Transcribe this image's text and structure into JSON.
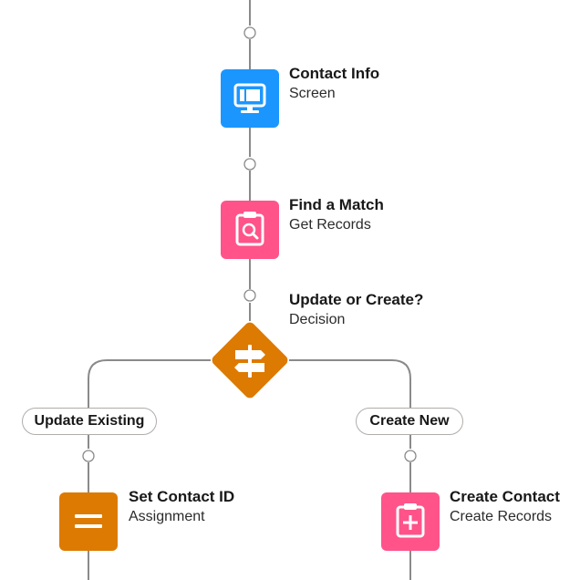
{
  "colors": {
    "connector": "#8a8a8a",
    "screen": "#1B96FF",
    "get_records": "#FF538A",
    "decision": "#DD7A01",
    "assignment": "#DD7A01",
    "create_records": "#FF538A"
  },
  "nodes": [
    {
      "id": "contact-info",
      "title": "Contact Info",
      "subtitle": "Screen",
      "icon": "screen-icon"
    },
    {
      "id": "find-a-match",
      "title": "Find a Match",
      "subtitle": "Get Records",
      "icon": "clipboard-search-icon"
    },
    {
      "id": "update-or-create",
      "title": "Update or Create?",
      "subtitle": "Decision",
      "icon": "signpost-icon"
    },
    {
      "id": "set-contact-id",
      "title": "Set Contact ID",
      "subtitle": "Assignment",
      "icon": "equals-icon"
    },
    {
      "id": "create-contact",
      "title": "Create Contact",
      "subtitle": "Create Records",
      "icon": "clipboard-plus-icon"
    }
  ],
  "branches": [
    {
      "label": "Update Existing"
    },
    {
      "label": "Create New"
    }
  ]
}
